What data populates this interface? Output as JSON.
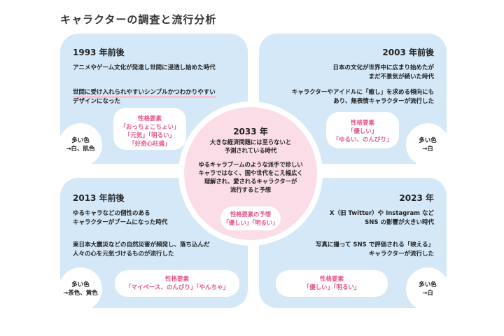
{
  "title": "キャラクターの調査と流行分析",
  "p1993": {
    "year": "1993 年前後",
    "desc1": "アニメやゲーム文化が発達し世間に浸透し始めた時代",
    "desc2_line1": "世間に受け入れられやすいシンプルかつわかりやすい",
    "desc2_line2": "デザインになった",
    "traits_heading": "性格要素",
    "traits": [
      "「おっちょこちょい」",
      "「元気」「明るい」",
      "「好奇心旺盛」"
    ],
    "colors_heading": "多い色",
    "colors": "→白、肌色"
  },
  "p2003": {
    "year": "2003 年前後",
    "desc1_line1": "日本の文化が世界中に広まり始めたが",
    "desc1_line2": "まだ不景気が続いた時代",
    "desc2_line1": "キャラクターやアイドルに「癒し」を求める傾向にも",
    "desc2_line2": "あり、無表情キャラクターが流行した",
    "traits_heading": "性格要素",
    "traits": [
      "「優しい」",
      "「ゆるい、のんびり」"
    ],
    "colors_heading": "多い色",
    "colors": "→白"
  },
  "p2013": {
    "year": "2013 年前後",
    "desc1_line1": "ゆるキャラなどの個性のある",
    "desc1_line2": "キャラクターがブームになった時代",
    "desc2_line1": "東日本大震災などの自然災害が頻発し、落ち込んだ",
    "desc2_line2": "人々の心を元気づけるものが流行した",
    "traits_heading": "性格要素",
    "traits": [
      "「マイペース、のんびり」「やんちゃ」"
    ],
    "colors_heading": "多い色",
    "colors": "→茶色、黄色"
  },
  "p2023": {
    "year": "2023 年",
    "desc1_line1": "X（旧 Twitter）や Instagram など",
    "desc1_line2": "SNS の影響が大きい時代",
    "desc2_line1": "写真に撮って SNS で評価される「映える」",
    "desc2_line2": "キャラクターが流行した",
    "traits_heading": "性格要素",
    "traits": [
      "「優しい」「明るい」"
    ],
    "colors_heading": "多い色",
    "colors": "→白"
  },
  "center": {
    "year": "2033 年",
    "desc1_line1": "大きな経済問題には至らないと",
    "desc1_line2": "予測されている時代",
    "desc2_line1": "ゆるキャラブームのような派手で珍しい",
    "desc2_line2": "キャラではなく、国や世代をこえ幅広く",
    "desc2_line3": "理解され、愛されるキャラクターが",
    "desc2_line4": "流行すると予想",
    "traits_heading": "性格要素の予想",
    "traits": "「優しい」「明るい」"
  },
  "colors": {
    "panel_bg": "#d4e8f8",
    "center_bg": "#fbdde7",
    "accent_pink": "#e5548a",
    "highlight": "#f6c2d4"
  }
}
